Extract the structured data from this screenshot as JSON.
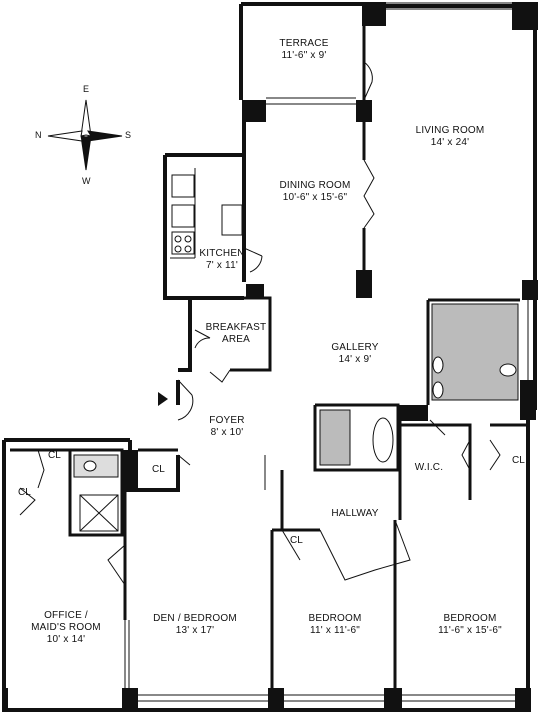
{
  "compass": {
    "north": "N",
    "south": "S",
    "east": "E",
    "west": "W"
  },
  "rooms": {
    "terrace": {
      "name": "TERRACE",
      "dims": "11'-6\" x 9'"
    },
    "living": {
      "name": "LIVING ROOM",
      "dims": "14' x 24'"
    },
    "dining": {
      "name": "DINING ROOM",
      "dims": "10'-6\" x 15'-6\""
    },
    "kitchen": {
      "name": "KITCHEN",
      "dims": "7' x 11'"
    },
    "breakfast": {
      "name": "BREAKFAST",
      "name2": "AREA"
    },
    "gallery": {
      "name": "GALLERY",
      "dims": "14' x 9'"
    },
    "foyer": {
      "name": "FOYER",
      "dims": "8' x 10'"
    },
    "hallway": {
      "name": "HALLWAY"
    },
    "wic": {
      "name": "W.I.C."
    },
    "office": {
      "name": "OFFICE /",
      "name2": "MAID'S ROOM",
      "dims": "10' x 14'"
    },
    "den": {
      "name": "DEN / BEDROOM",
      "dims": "13' x 17'"
    },
    "bedroom1": {
      "name": "BEDROOM",
      "dims": "11' x 11'-6\""
    },
    "bedroom2": {
      "name": "BEDROOM",
      "dims": "11'-6\" x 15'-6\""
    }
  },
  "closet_label": "CL"
}
